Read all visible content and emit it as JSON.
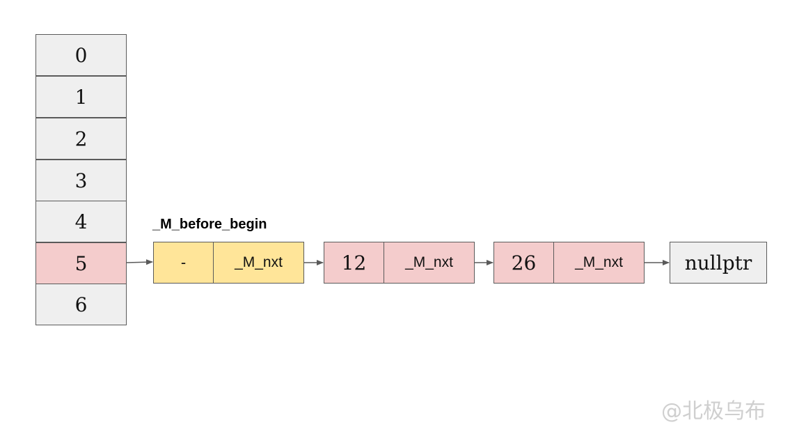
{
  "bucket_array": {
    "cells": [
      "0",
      "1",
      "2",
      "3",
      "4",
      "5",
      "6"
    ],
    "highlighted_index": 5
  },
  "node_label": "_M_before_begin",
  "list": {
    "before_begin": {
      "value": "-",
      "next": "_M_nxt"
    },
    "nodes": [
      {
        "value": "12",
        "next": "_M_nxt"
      },
      {
        "value": "26",
        "next": "_M_nxt"
      }
    ],
    "terminal": "nullptr"
  },
  "watermark": "@北极乌布",
  "colors": {
    "bucket_fill": "#efefef",
    "highlight_fill": "#f4cccc",
    "before_begin_fill": "#ffe599",
    "node_fill": "#f4cccc",
    "terminal_fill": "#efefef",
    "border": "#5a5a5a",
    "arrow": "#5a5a5a"
  }
}
